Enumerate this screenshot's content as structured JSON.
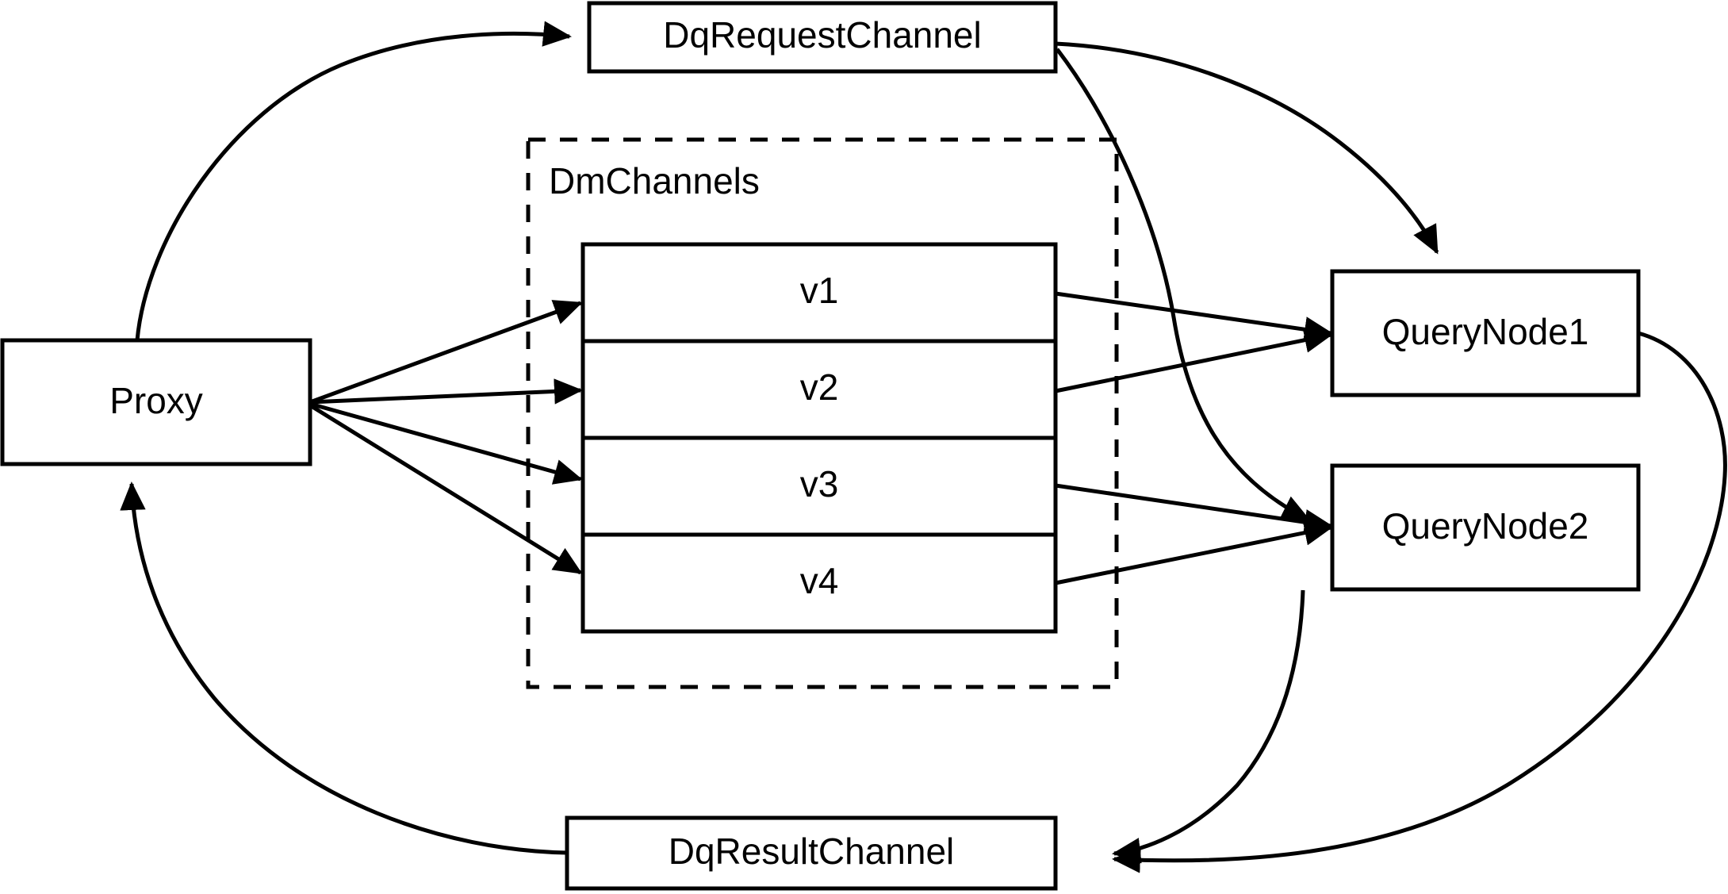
{
  "diagram": {
    "type": "architecture-flow-diagram",
    "background_color": "#ffffff",
    "stroke_color": "#000000",
    "nodes": {
      "proxy": {
        "label": "Proxy",
        "shape": "rectangle"
      },
      "dq_request_channel": {
        "label": "DqRequestChannel",
        "shape": "rectangle"
      },
      "dq_result_channel": {
        "label": "DqResultChannel",
        "shape": "rectangle"
      },
      "query_node_1": {
        "label": "QueryNode1",
        "shape": "rectangle"
      },
      "query_node_2": {
        "label": "QueryNode2",
        "shape": "rectangle"
      },
      "dm_channels_group": {
        "label": "DmChannels",
        "shape": "dashed-rectangle"
      }
    },
    "shards": [
      {
        "id": "v1",
        "label": "v1"
      },
      {
        "id": "v2",
        "label": "v2"
      },
      {
        "id": "v3",
        "label": "v3"
      },
      {
        "id": "v4",
        "label": "v4"
      }
    ],
    "edges": [
      {
        "id": "proxy-to-dq-request",
        "from": "Proxy",
        "to": "DqRequestChannel",
        "style": "curved",
        "arrow": true
      },
      {
        "id": "dq-request-to-query-node-1",
        "from": "DqRequestChannel",
        "to": "QueryNode1",
        "style": "curved",
        "arrow": true
      },
      {
        "id": "dq-request-to-query-node-2",
        "from": "DqRequestChannel",
        "to": "QueryNode2",
        "style": "curved",
        "arrow": true
      },
      {
        "id": "proxy-to-v1",
        "from": "Proxy",
        "to": "v1",
        "style": "straight",
        "arrow": true
      },
      {
        "id": "proxy-to-v2",
        "from": "Proxy",
        "to": "v2",
        "style": "straight",
        "arrow": true
      },
      {
        "id": "proxy-to-v3",
        "from": "Proxy",
        "to": "v3",
        "style": "straight",
        "arrow": true
      },
      {
        "id": "proxy-to-v4",
        "from": "Proxy",
        "to": "v4",
        "style": "straight",
        "arrow": true
      },
      {
        "id": "v1-to-query-node-1",
        "from": "v1",
        "to": "QueryNode1",
        "style": "straight",
        "arrow": true
      },
      {
        "id": "v2-to-query-node-1",
        "from": "v2",
        "to": "QueryNode1",
        "style": "straight",
        "arrow": true
      },
      {
        "id": "v3-to-query-node-2",
        "from": "v3",
        "to": "QueryNode2",
        "style": "straight",
        "arrow": true
      },
      {
        "id": "v4-to-query-node-2",
        "from": "v4",
        "to": "QueryNode2",
        "style": "straight",
        "arrow": true
      },
      {
        "id": "query-node-1-to-dq-result",
        "from": "QueryNode1",
        "to": "DqResultChannel",
        "style": "curved",
        "arrow": true
      },
      {
        "id": "query-node-2-to-dq-result",
        "from": "QueryNode2",
        "to": "DqResultChannel",
        "style": "curved",
        "arrow": true
      },
      {
        "id": "dq-result-to-proxy",
        "from": "DqResultChannel",
        "to": "Proxy",
        "style": "curved",
        "arrow": true
      }
    ]
  }
}
